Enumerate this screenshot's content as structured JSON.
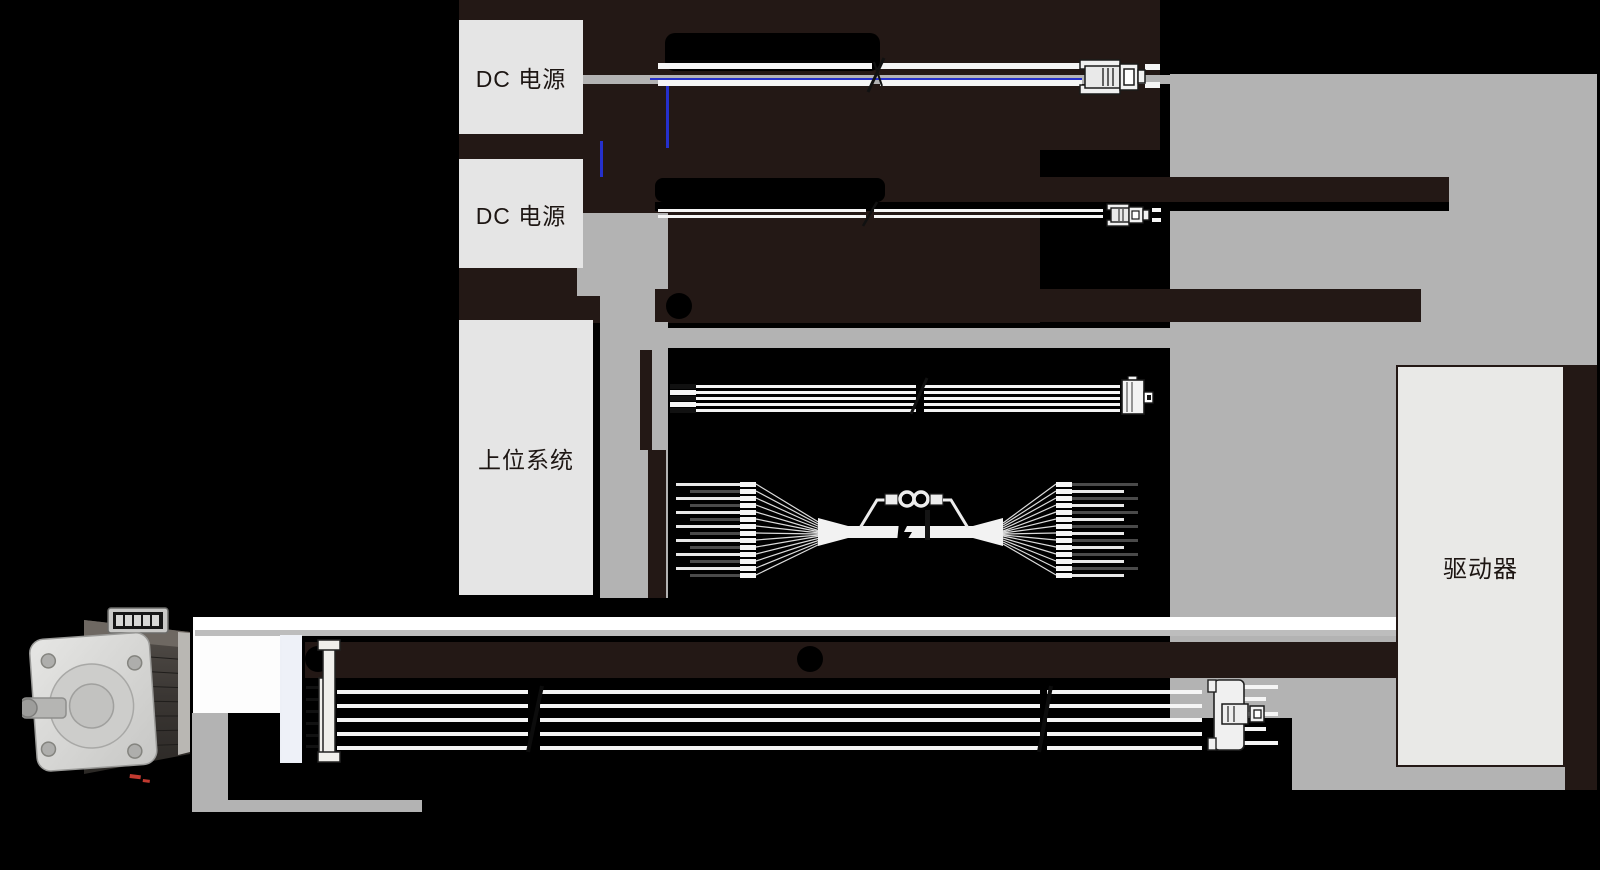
{
  "boxes": {
    "dc_power_1": {
      "label": "DC 电源"
    },
    "dc_power_2": {
      "label": "DC 电源"
    },
    "host_system": {
      "label": "上位系统"
    },
    "driver": {
      "label": "驱动器"
    }
  },
  "colors": {
    "background": "#000000",
    "panel_fill": "#e5e5e5",
    "driver_fill": "#e9e9e7",
    "path_gray": "#b3b3b3",
    "bar_dark_brown": "#231815",
    "label_black": "#000000",
    "cable_white": "#f5f5f5",
    "highlight_blue": "#2530cc",
    "marker_red": "#c23a30",
    "text": "#1d1613"
  },
  "graphics": {
    "motor": "stepper-motor-photo",
    "power_cable_1": "two-wire-power-cable-with-connector",
    "power_cable_2": "two-wire-power-cable-with-connector",
    "signal_label_bar": "label-bar",
    "ribbon_cable": "flat-ribbon-cable-with-connector",
    "io_cable": "io-signal-cable-with-ring-terminals",
    "motor_cable": "five-wire-motor-cable-with-connectors"
  }
}
